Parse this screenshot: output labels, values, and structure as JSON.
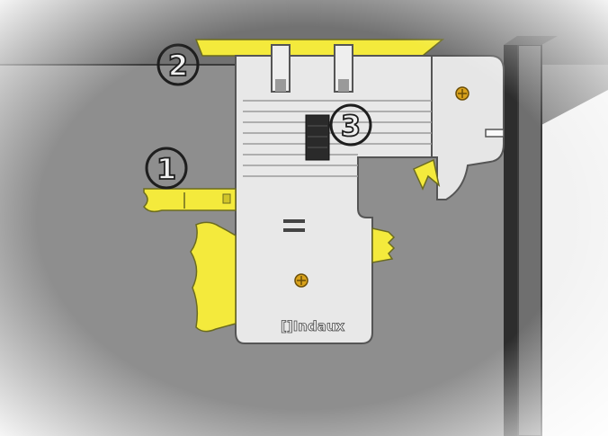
{
  "diagram": {
    "brand_label": "[]Indaux",
    "callouts": [
      {
        "number": "1",
        "label": ""
      },
      {
        "number": "2",
        "label": ""
      },
      {
        "number": "3",
        "label": ""
      }
    ]
  },
  "colors": {
    "cabinet_wall": "#8c8c8c",
    "cabinet_top": "#6e6e6e",
    "highlight_yellow": "#f4ea3c",
    "plate_light": "#e6e6e6",
    "outline": "#555555",
    "screw": "#d9a21b",
    "door_edge": "#2d2d2d"
  }
}
